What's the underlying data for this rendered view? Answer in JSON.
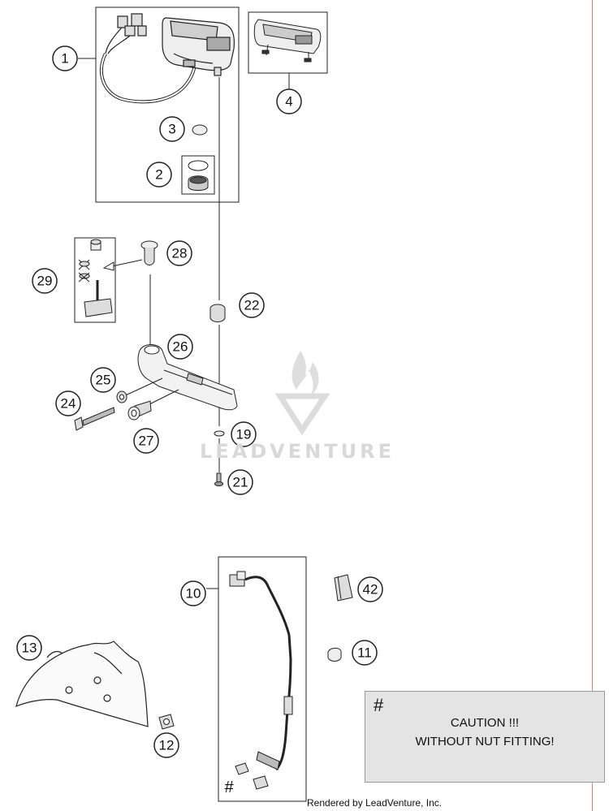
{
  "callouts": {
    "c1": "1",
    "c2": "2",
    "c3": "3",
    "c4": "4",
    "c10": "10",
    "c11": "11",
    "c12": "12",
    "c13": "13",
    "c19": "19",
    "c21": "21",
    "c22": "22",
    "c24": "24",
    "c25": "25",
    "c26": "26",
    "c27": "27",
    "c28": "28",
    "c29": "29",
    "c42": "42"
  },
  "caution": {
    "hash": "#",
    "line1": "CAUTION !!!",
    "line2": "WITHOUT NUT FITTING!"
  },
  "sensor_hash": "#",
  "watermark": "LEADVENTURE",
  "footer": "Rendered by LeadVenture, Inc.",
  "colors": {
    "line": "#222222",
    "caution_bg": "#e4e4e4",
    "watermark": "#d8d8d8",
    "edge_rule": "#ee7777"
  }
}
